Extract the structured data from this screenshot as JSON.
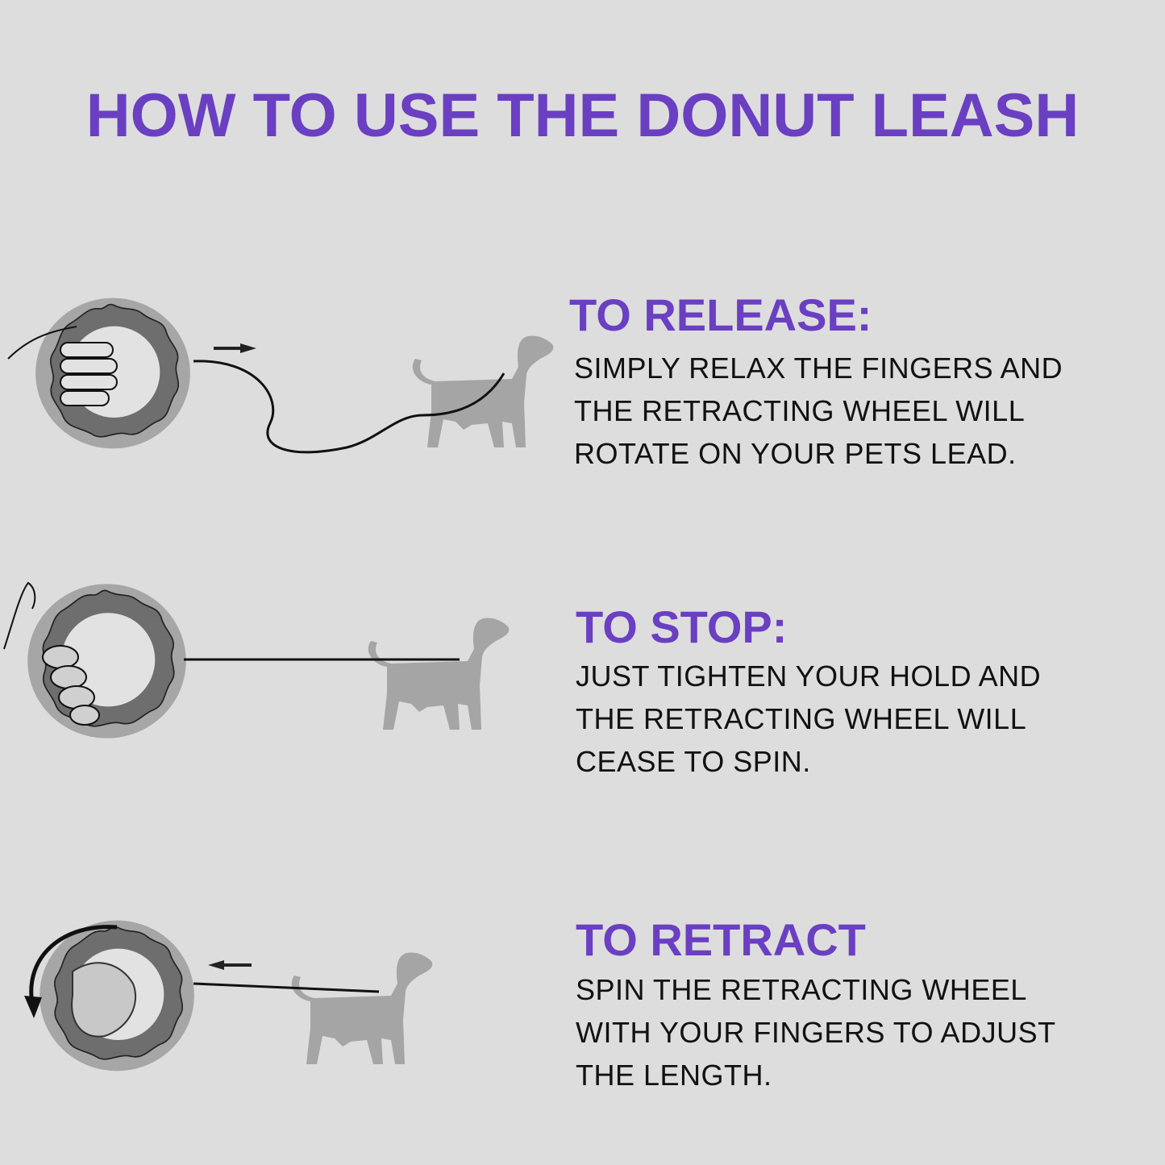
{
  "title": "HOW TO USE THE DONUT LEASH",
  "colors": {
    "accent": "#6a3fc2",
    "background": "#dddddd",
    "text": "#111111"
  },
  "steps": [
    {
      "heading": "TO RELEASE:",
      "lines": [
        "SIMPLY RELAX THE FINGERS AND",
        "THE RETRACTING WHEEL WILL",
        "ROTATE ON YOUR PETS LEAD."
      ]
    },
    {
      "heading": "TO STOP:",
      "lines": [
        "JUST TIGHTEN YOUR HOLD AND",
        "THE RETRACTING WHEEL WILL",
        "CEASE TO SPIN."
      ]
    },
    {
      "heading": "TO RETRACT",
      "lines": [
        "SPIN THE RETRACTING WHEEL",
        "WITH YOUR FINGERS TO ADJUST",
        "THE LENGTH."
      ]
    }
  ]
}
